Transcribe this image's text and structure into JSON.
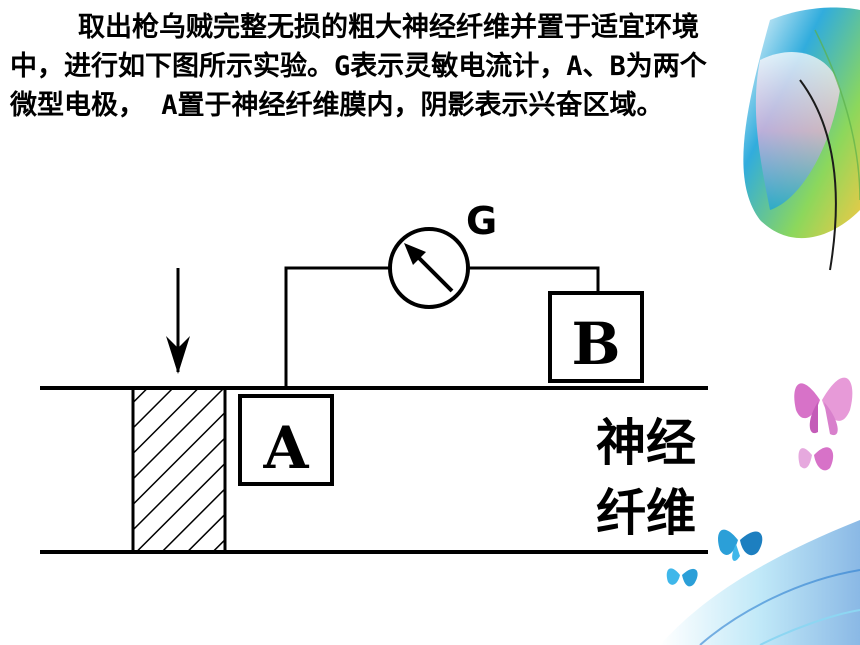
{
  "question": {
    "text": "取出枪乌贼完整无损的粗大神经纤维并置于适宜环境中，进行如下图所示实验。G表示灵敏电流计，A、B为两个微型电极， A置于神经纤维膜内，阴影表示兴奋区域。"
  },
  "diagram": {
    "galvanometer_label": "G",
    "electrode_a_label": "A",
    "electrode_b_label": "B",
    "fiber_label_line1": "神经",
    "fiber_label_line2": "纤维"
  },
  "decoration": {
    "feather_colors": [
      "#1aa3d9",
      "#7fd34a",
      "#f2c230",
      "#e06bb0"
    ],
    "butterfly_colors": [
      "#d772c8",
      "#2b9fd8"
    ]
  }
}
